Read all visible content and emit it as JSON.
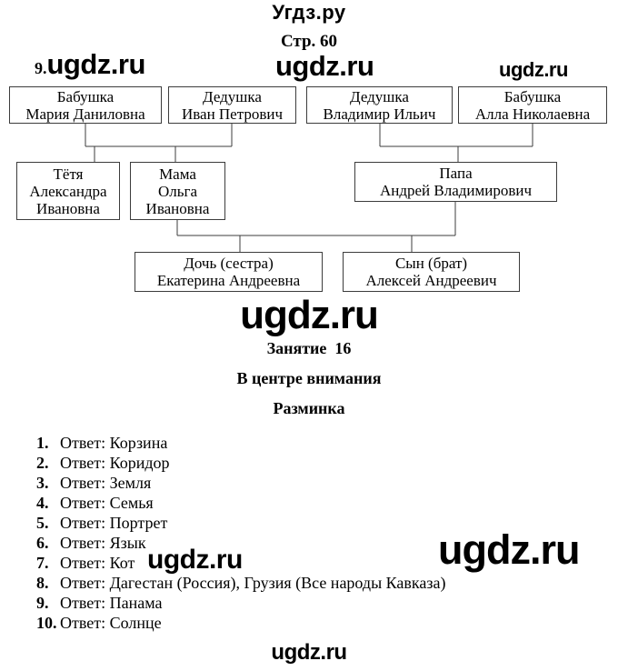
{
  "page": {
    "site_title": "Угдз.ру",
    "page_ref": "Стр. 60",
    "exercise_number": "9.",
    "watermark": "ugdz.ru"
  },
  "tree": {
    "boxes": [
      {
        "role": "Бабушка",
        "name": "Мария Даниловна"
      },
      {
        "role": "Дедушка",
        "name": "Иван Петрович"
      },
      {
        "role": "Дедушка",
        "name": "Владимир Ильич"
      },
      {
        "role": "Бабушка",
        "name": "Алла Николаевна"
      },
      {
        "role": "Тётя",
        "name": "Александра",
        "name2": "Ивановна"
      },
      {
        "role": "Мама",
        "name": "Ольга",
        "name2": "Ивановна"
      },
      {
        "role": "Папа",
        "name": "Андрей Владимирович"
      },
      {
        "role": "Дочь (сестра)",
        "name": "Екатерина Андреевна"
      },
      {
        "role": "Сын (брат)",
        "name": "Алексей Андреевич"
      }
    ]
  },
  "section": {
    "lesson_title": "Занятие  16",
    "topic_title": "В центре внимания",
    "subsection_title": "Разминка"
  },
  "answers": {
    "items": [
      {
        "num": "1.",
        "text": "Ответ: Корзина"
      },
      {
        "num": "2.",
        "text": "Ответ: Коридор"
      },
      {
        "num": "3.",
        "text": "Ответ: Земля"
      },
      {
        "num": "4.",
        "text": "Ответ: Семья"
      },
      {
        "num": "5.",
        "text": "Ответ: Портрет"
      },
      {
        "num": "6.",
        "text": "Ответ: Язык"
      },
      {
        "num": "7.",
        "text": "Ответ: Кот"
      },
      {
        "num": "8.",
        "text": "Ответ: Дагестан (Россия), Грузия (Все народы Кавказа)"
      },
      {
        "num": "9.",
        "text": "Ответ: Панама"
      },
      {
        "num": "10.",
        "text": "Ответ: Солнце"
      }
    ]
  },
  "colors": {
    "text": "#000000",
    "line": "#3c3c3c",
    "background": "#ffffff"
  }
}
